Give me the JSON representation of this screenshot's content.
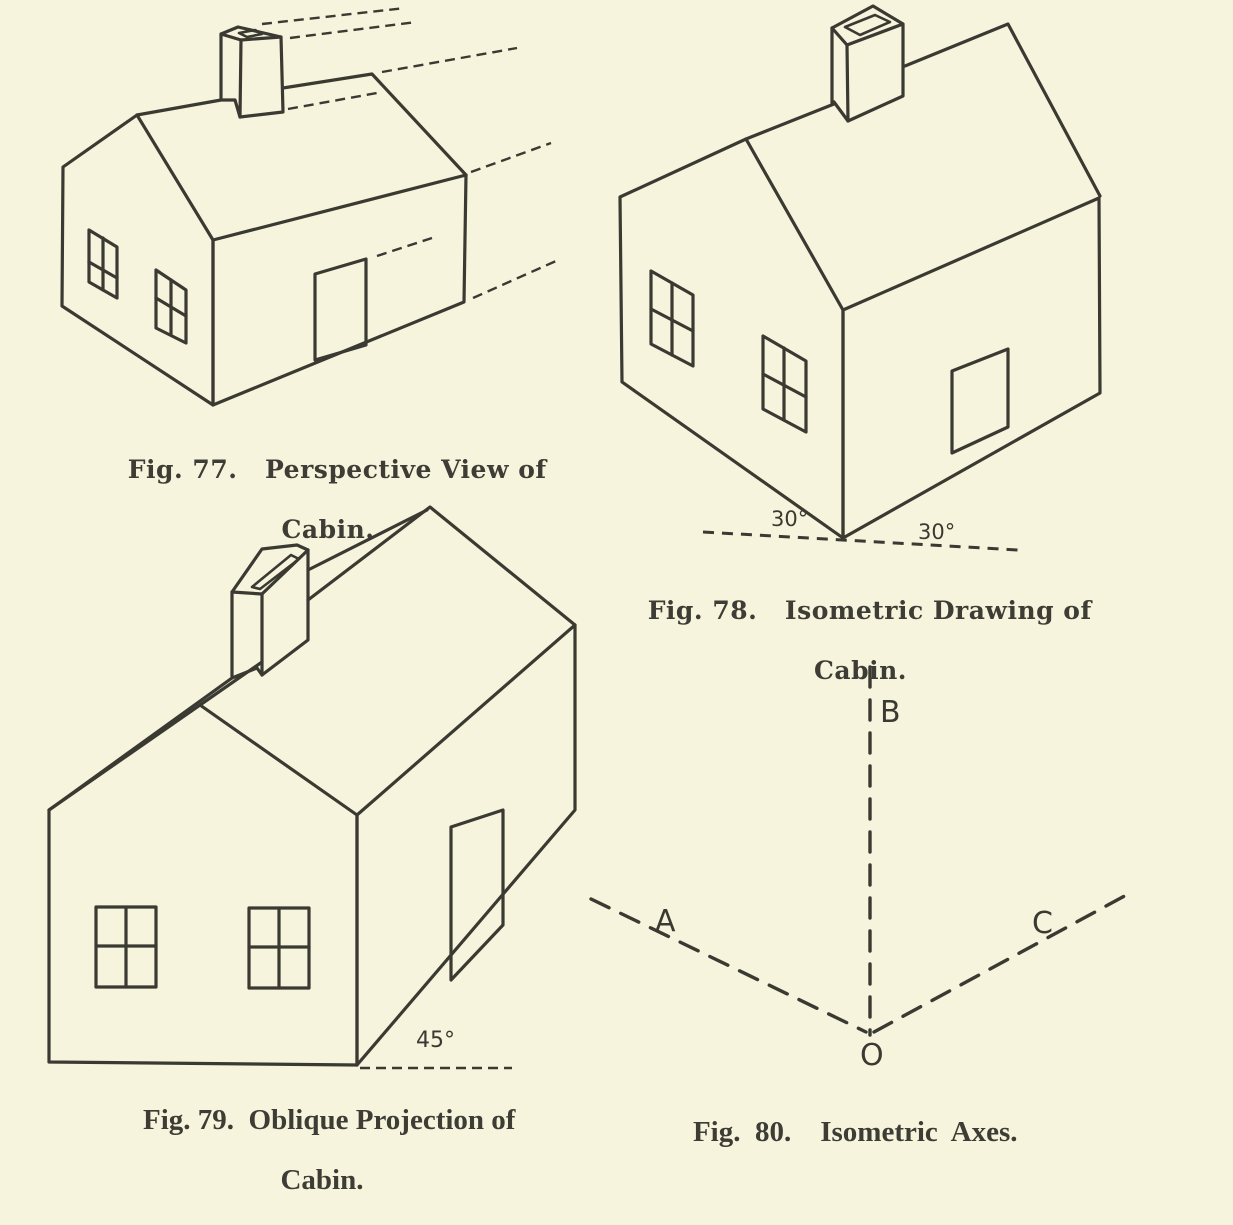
{
  "page": {
    "background_color": "#f6f4dc",
    "ink_color": "#3a3a32"
  },
  "figures": [
    {
      "number": "Fig. 77.",
      "title": "Perspective View of",
      "title_line2": "Cabin.",
      "projection": "perspective",
      "annotations": []
    },
    {
      "number": "Fig. 78.",
      "title": "Isometric Drawing of",
      "title_line2": "Cabin.",
      "projection": "isometric",
      "annotations": [
        "30°",
        "30°"
      ]
    },
    {
      "number": "Fig. 79.",
      "title": "Oblique Projection of",
      "title_line2": "Cabin.",
      "projection": "oblique",
      "annotations": [
        "45°"
      ]
    },
    {
      "number": "Fig. 80.",
      "title": "Isometric Axes.",
      "title_line2": "",
      "projection": "axes",
      "annotations": [
        "A",
        "B",
        "C",
        "O"
      ]
    }
  ],
  "captions": {
    "fig77_line1": "Fig. 77.   Perspective View of",
    "fig77_line2": "Cabin.",
    "fig78_line1": "Fig. 78.   Isometric Drawing of",
    "fig78_line2": "Cabin.",
    "fig79_line1": "Fig. 79.  Oblique Projection of",
    "fig79_line2": "Cabin.",
    "fig80_line1": "Fig.  80.    Isometric  Axes."
  },
  "labels": {
    "fig78_angle_left": "30°",
    "fig78_angle_right": "30°",
    "fig79_angle": "45°",
    "axis_a": "A",
    "axis_b": "B",
    "axis_c": "C",
    "axis_origin": "O"
  }
}
